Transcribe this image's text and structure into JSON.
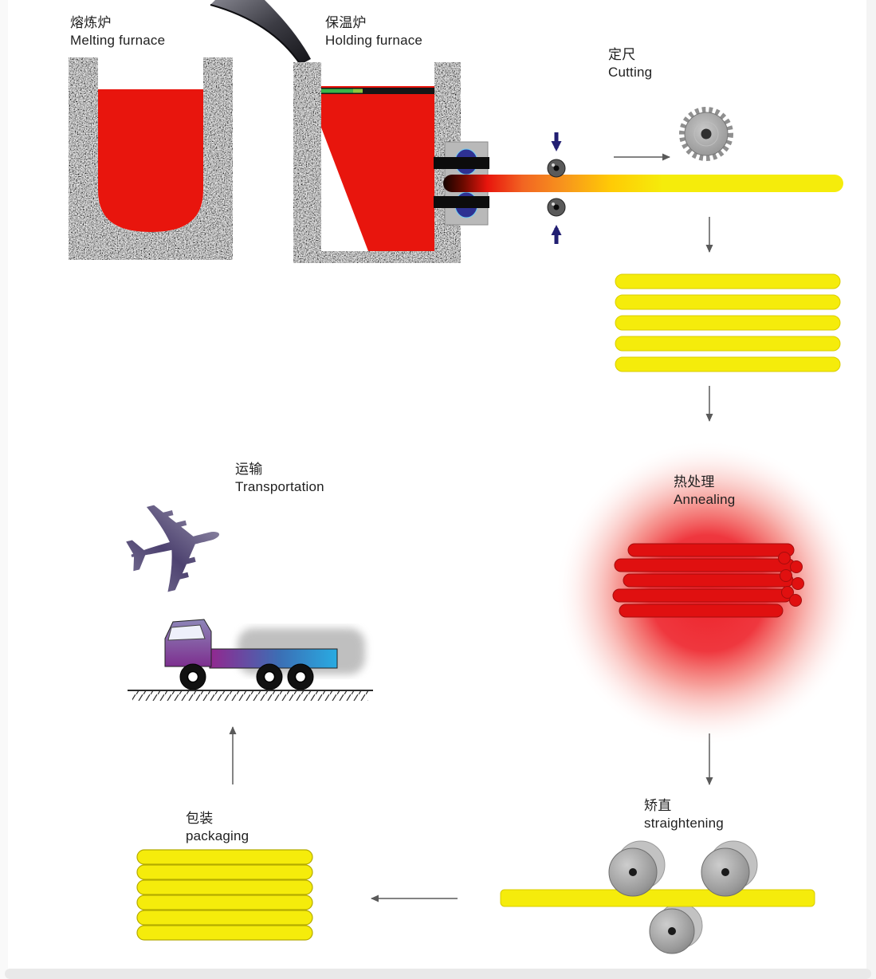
{
  "labels": {
    "melting": {
      "zh": "熔炼炉",
      "en": "Melting furnace"
    },
    "holding": {
      "zh": "保温炉",
      "en": "Holding furnace"
    },
    "cutting": {
      "zh": "定尺",
      "en": "Cutting"
    },
    "annealing": {
      "zh": "热处理",
      "en": "Annealing"
    },
    "transportation": {
      "zh": "运输",
      "en": "Transportation"
    },
    "straightening": {
      "zh": "矫直",
      "en": "straightening"
    },
    "packaging": {
      "zh": "包装",
      "en": "packaging"
    }
  },
  "icons": {
    "airplane": "✈"
  },
  "colors": {
    "molten_red": "#e8150d",
    "annealing_glow_red": "#ed1c24",
    "rod_yellow": "#f5ec0b",
    "rod_yellow_edge": "#d9cd00",
    "navy_arrow": "#221f72",
    "flow_arrow_gray": "#5a5a5a",
    "roller_gray": "#9a9a9a",
    "truck_purple": "#93278f",
    "truck_blue": "#29abe2"
  }
}
